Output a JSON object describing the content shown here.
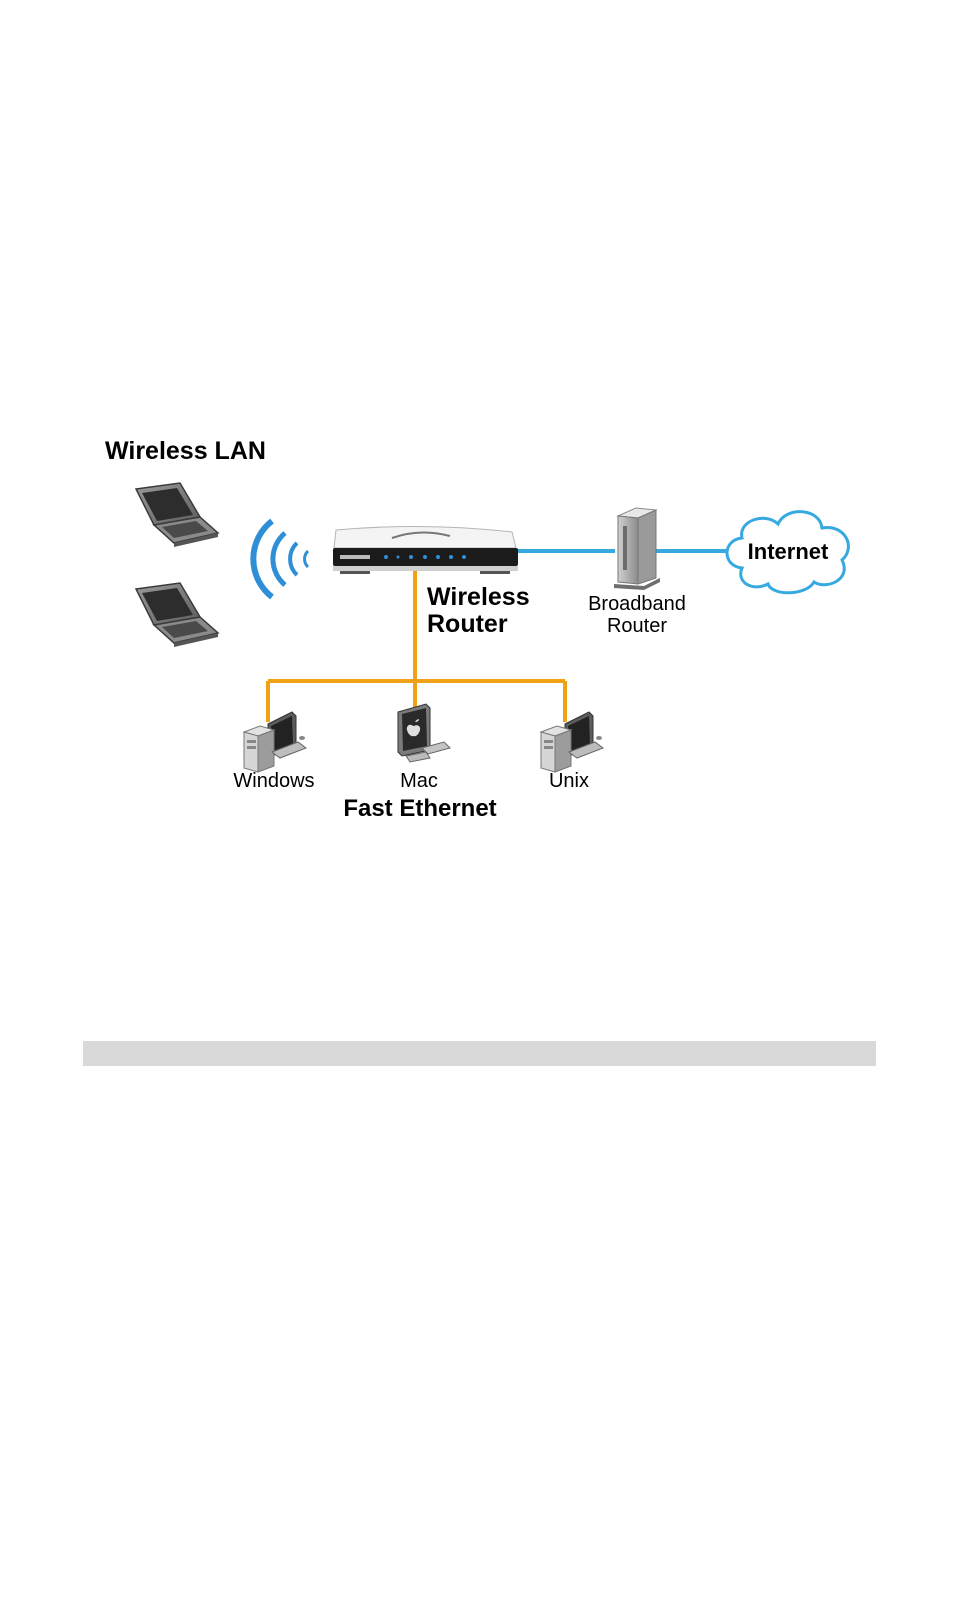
{
  "diagram": {
    "colors": {
      "wan_link": "#36a9e1",
      "lan_link": "#f0a216",
      "cloud_fill": "#ffffff",
      "cloud_stroke": "#36a9e1",
      "signal_arc": "#2f8fd6"
    },
    "labels": {
      "wireless_lan": "Wireless LAN",
      "wireless_router_line1": "Wireless",
      "wireless_router_line2": "Router",
      "broadband_router_line1": "Broadband",
      "broadband_router_line2": "Router",
      "internet": "Internet",
      "windows": "Windows",
      "mac": "Mac",
      "unix": "Unix",
      "fast_ethernet": "Fast Ethernet"
    },
    "nodes": [
      {
        "id": "laptop-1",
        "icon": "laptop-icon"
      },
      {
        "id": "laptop-2",
        "icon": "laptop-icon"
      },
      {
        "id": "wireless-router",
        "icon": "wireless-router-icon"
      },
      {
        "id": "broadband-router",
        "icon": "broadband-router-icon"
      },
      {
        "id": "internet",
        "icon": "cloud-icon"
      },
      {
        "id": "windows-pc",
        "icon": "desktop-pc-icon"
      },
      {
        "id": "mac-pc",
        "icon": "desktop-pc-icon"
      },
      {
        "id": "unix-pc",
        "icon": "desktop-pc-icon"
      }
    ],
    "edges": [
      {
        "from": "wireless-router",
        "to": "broadband-router",
        "type": "wan"
      },
      {
        "from": "broadband-router",
        "to": "internet",
        "type": "wan"
      },
      {
        "from": "wireless-router",
        "to": "windows-pc",
        "type": "lan"
      },
      {
        "from": "wireless-router",
        "to": "mac-pc",
        "type": "lan"
      },
      {
        "from": "wireless-router",
        "to": "unix-pc",
        "type": "lan"
      },
      {
        "from": "wireless-router",
        "to": "laptop-1",
        "type": "wireless"
      },
      {
        "from": "wireless-router",
        "to": "laptop-2",
        "type": "wireless"
      }
    ]
  }
}
